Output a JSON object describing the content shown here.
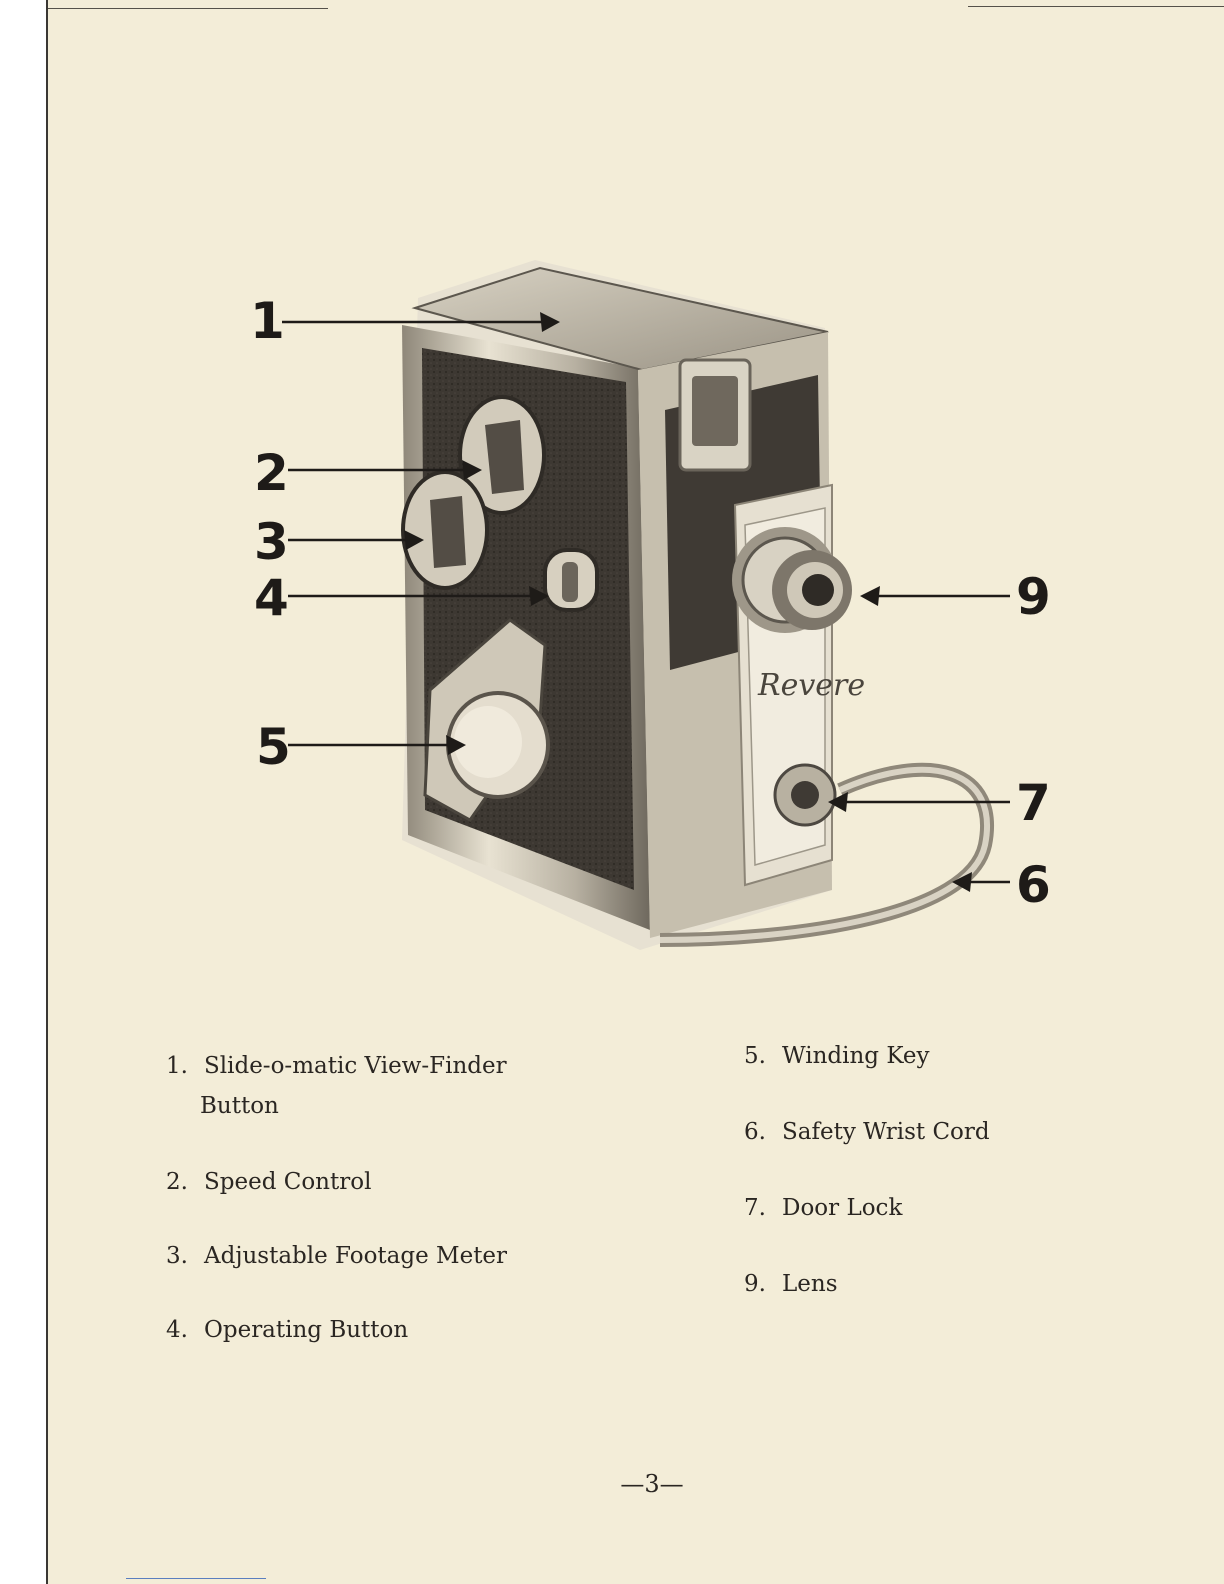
{
  "callouts": [
    "1",
    "2",
    "3",
    "4",
    "5",
    "6",
    "7",
    "9"
  ],
  "parts_left": [
    {
      "number": "1.",
      "label": "Slide-o-matic View-Finder",
      "label_cont": "Button"
    },
    {
      "number": "2.",
      "label": "Speed Control"
    },
    {
      "number": "3.",
      "label": "Adjustable Footage Meter"
    },
    {
      "number": "4.",
      "label": "Operating Button"
    }
  ],
  "parts_right": [
    {
      "number": "5.",
      "label": "Winding Key"
    },
    {
      "number": "6.",
      "label": "Safety Wrist Cord"
    },
    {
      "number": "7.",
      "label": "Door Lock"
    },
    {
      "number": "9.",
      "label": "Lens"
    }
  ],
  "page_number": "—3—",
  "colors": {
    "paper": "#f3edd8",
    "ink": "#2a2622"
  }
}
